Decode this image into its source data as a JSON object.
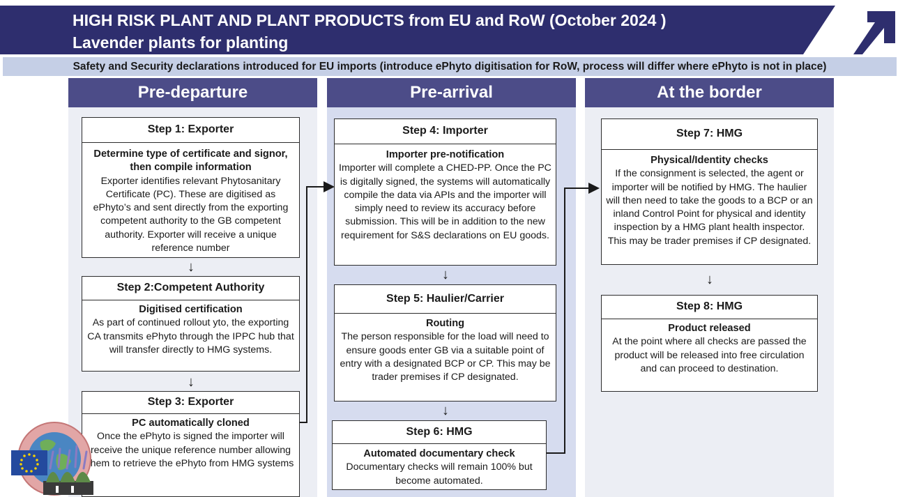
{
  "header": {
    "title_line1": "HIGH  RISK PLANT AND PLANT PRODUCTS from EU and RoW  (October  2024 )",
    "title_line2": "Lavender plants for planting",
    "subtitle": "Safety and Security declarations introduced for EU imports (introduce ePhyto digitisation for RoW, process will differ where ePhyto is not in place)",
    "band_color": "#2e2e6e",
    "accent_color": "#4c4c88",
    "logo_icon": "arrow-up-right-icon"
  },
  "columns": [
    {
      "label": "Pre-departure",
      "steps": [
        {
          "title": "Step 1: Exporter",
          "heading": "Determine type of certificate and signor, then compile information",
          "text": "Exporter identifies relevant Phytosanitary Certificate (PC). These are digitised as ePhyto’s and sent directly from the exporting competent authority to the GB competent authority. Exporter will receive a unique reference number"
        },
        {
          "title": "Step 2:Competent Authority",
          "heading": "Digitised certification",
          "text": "As part of continued rollout yto, the exporting CA transmits ePhyto through the IPPC hub that will transfer directly to HMG systems."
        },
        {
          "title": "Step 3: Exporter",
          "heading": "PC automatically cloned",
          "text": "Once the ePhyto is signed the importer will receive the unique reference number allowing them to retrieve the ePhyto from HMG systems"
        }
      ]
    },
    {
      "label": "Pre-arrival",
      "steps": [
        {
          "title": "Step 4: Importer",
          "heading": "Importer pre-notification",
          "text": "Importer will complete a CHED-PP. Once the PC is digitally signed, the systems will automatically compile the data via APIs and the importer will simply need to review its accuracy before submission. This will be in addition to the new requirement for S&S declarations on EU goods."
        },
        {
          "title": "Step 5: Haulier/Carrier",
          "heading": "Routing",
          "text": "The person responsible for the load will need to ensure goods enter GB via a suitable point of entry with a designated BCP or CP. This may be trader premises if CP designated."
        },
        {
          "title": "Step 6: HMG",
          "heading": "Automated documentary check",
          "text": "Documentary checks will remain 100% but become automated."
        }
      ]
    },
    {
      "label": "At the border",
      "steps": [
        {
          "title": "Step 7: HMG",
          "heading": "Physical/Identity checks",
          "text": "If the consignment is selected,  the agent or importer will be notified by HMG. The haulier will then need to take the goods to a BCP or an inland Control Point for physical and identity inspection by a HMG plant health inspector.  This may be trader premises if CP designated."
        },
        {
          "title": "Step 8: HMG",
          "heading": "Product released",
          "text": "At the point where all checks are passed the product will be released into free circulation and can proceed to destination."
        }
      ]
    }
  ],
  "decoration": {
    "icons": [
      "globe-icon",
      "eu-flag-icon",
      "lavender-plants-icon"
    ]
  }
}
